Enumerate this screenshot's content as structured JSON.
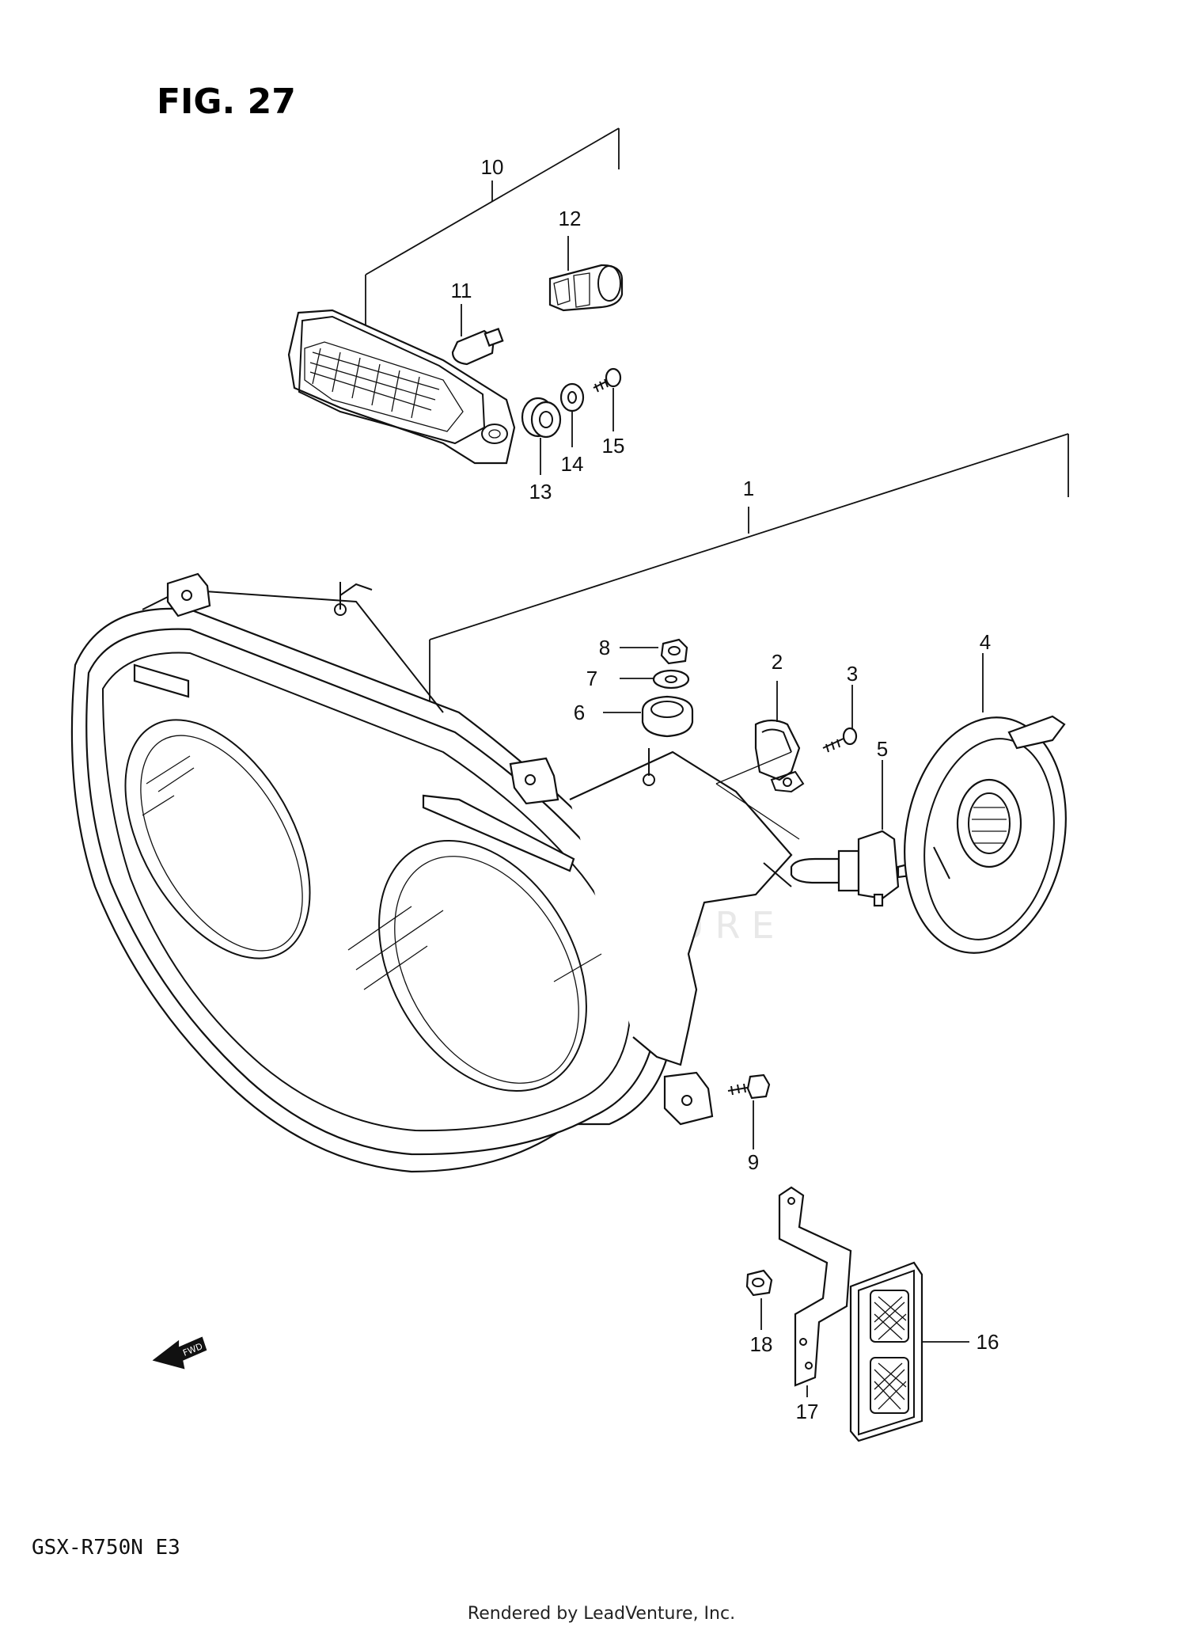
{
  "figure": {
    "title": "FIG. 27",
    "model": "GSX-R750N E3",
    "footer": "Rendered by LeadVenture, Inc.",
    "watermark": "LEADVENTURE",
    "direction_arrow": "FWD"
  },
  "callouts": [
    "1",
    "2",
    "3",
    "4",
    "5",
    "6",
    "7",
    "8",
    "9",
    "10",
    "11",
    "12",
    "13",
    "14",
    "15",
    "16",
    "17",
    "18"
  ],
  "parts": [
    {
      "id": "1",
      "icon": "headlight-assembly-icon"
    },
    {
      "id": "2",
      "icon": "socket-clamp-icon"
    },
    {
      "id": "3",
      "icon": "screw-icon"
    },
    {
      "id": "4",
      "icon": "rear-cover-icon"
    },
    {
      "id": "5",
      "icon": "halogen-bulb-icon"
    },
    {
      "id": "6",
      "icon": "grommet-icon"
    },
    {
      "id": "7",
      "icon": "washer-icon"
    },
    {
      "id": "8",
      "icon": "nut-icon"
    },
    {
      "id": "9",
      "icon": "bolt-icon"
    },
    {
      "id": "10",
      "icon": "position-lamp-icon"
    },
    {
      "id": "11",
      "icon": "wedge-bulb-icon"
    },
    {
      "id": "12",
      "icon": "bulb-socket-icon"
    },
    {
      "id": "13",
      "icon": "grommet-icon"
    },
    {
      "id": "14",
      "icon": "washer-icon"
    },
    {
      "id": "15",
      "icon": "screw-icon"
    },
    {
      "id": "16",
      "icon": "reflector-icon"
    },
    {
      "id": "17",
      "icon": "bracket-icon"
    },
    {
      "id": "18",
      "icon": "nut-icon"
    }
  ]
}
